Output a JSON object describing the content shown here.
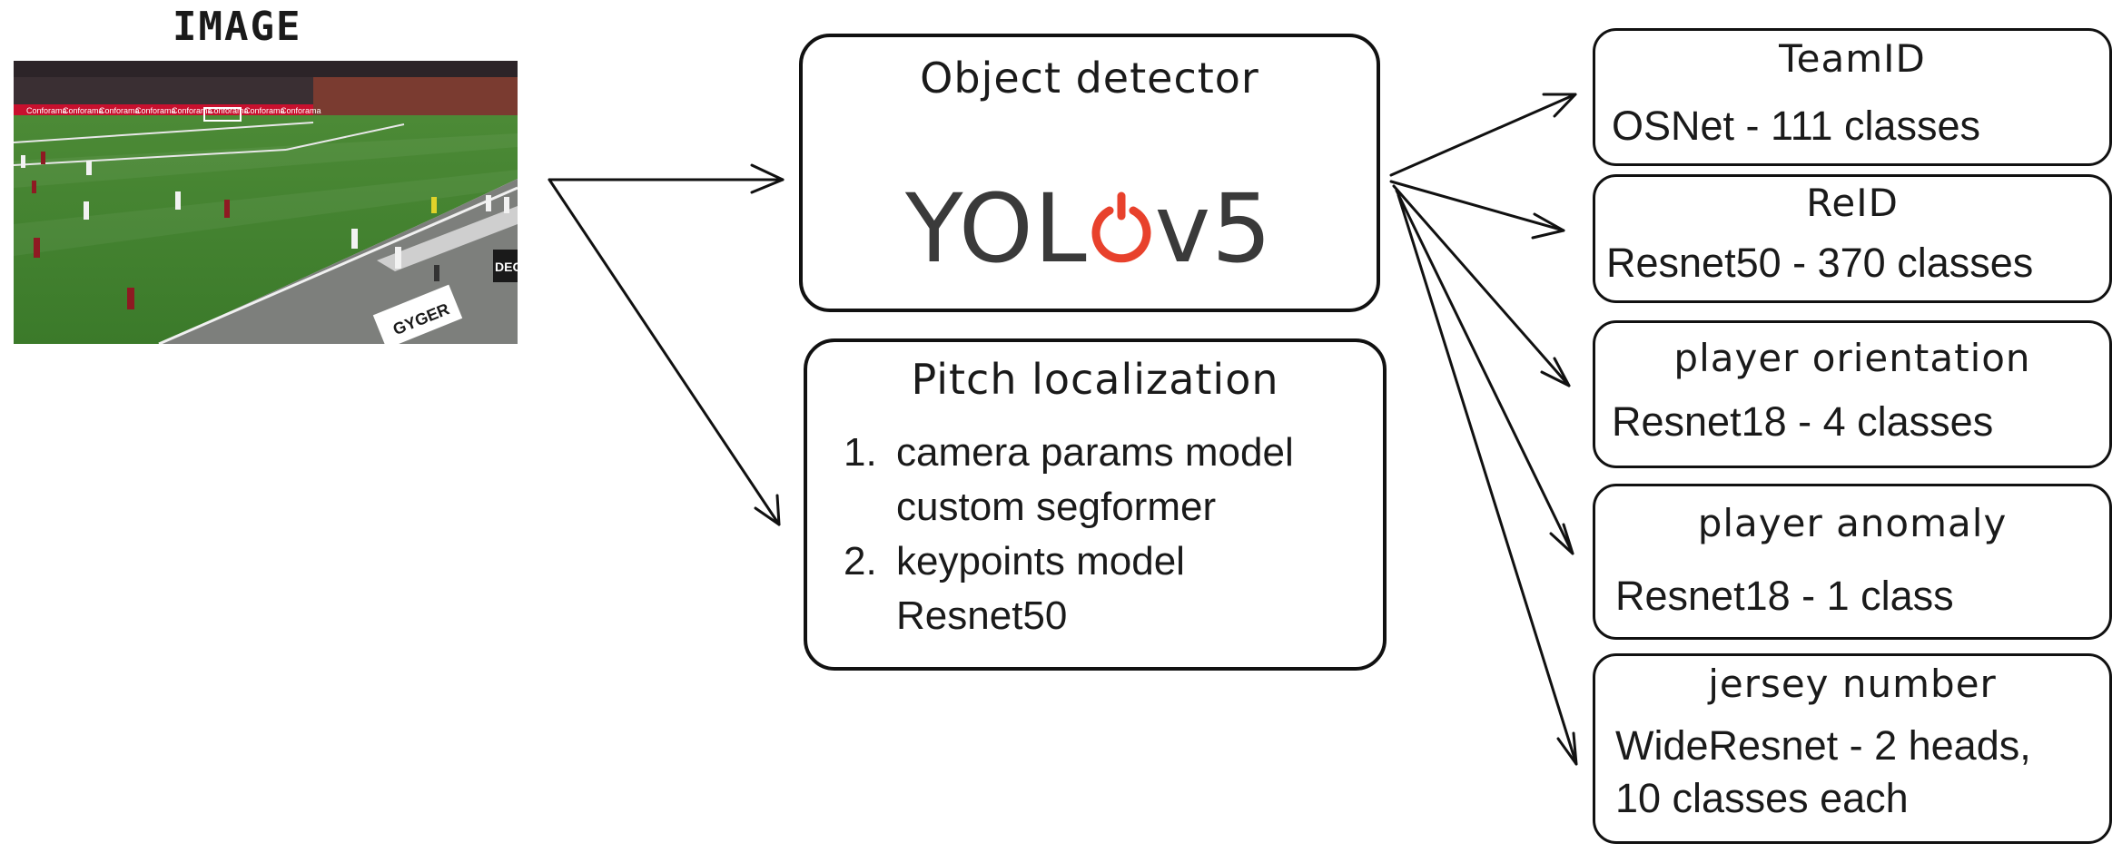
{
  "image_label": "IMAGE",
  "detector": {
    "title": "Object detector",
    "logo_text": {
      "before": "YOL",
      "after": "v5"
    },
    "logo_icon": "power-o-icon",
    "logo_accent": "#e8412c"
  },
  "pitch": {
    "title": "Pitch localization",
    "items": [
      {
        "num": "1.",
        "line1": "camera params model",
        "line2": "custom segformer"
      },
      {
        "num": "2.",
        "line1": "keypoints model",
        "line2": "Resnet50"
      }
    ]
  },
  "heads": {
    "teamid": {
      "title": "TeamID",
      "line1": "OSNet - 111 classes"
    },
    "reid": {
      "title": "ReID",
      "line1": "Resnet50 - 370 classes"
    },
    "orient": {
      "title": "player orientation",
      "line1": "Resnet18 - 4 classes"
    },
    "anomaly": {
      "title": "player anomaly",
      "line1": "Resnet18 - 1 class"
    },
    "jersey": {
      "title": "jersey number",
      "line1": "WideResnet - 2 heads,",
      "line2": "10 classes each"
    }
  },
  "photo_banner": [
    "Conforama",
    "Conforama",
    "Conforama",
    "Conforama",
    "Conforama",
    "Conforama",
    "Conforama",
    "Conforama"
  ],
  "photo_board_left": "GYGER",
  "photo_board_right": "DEC"
}
